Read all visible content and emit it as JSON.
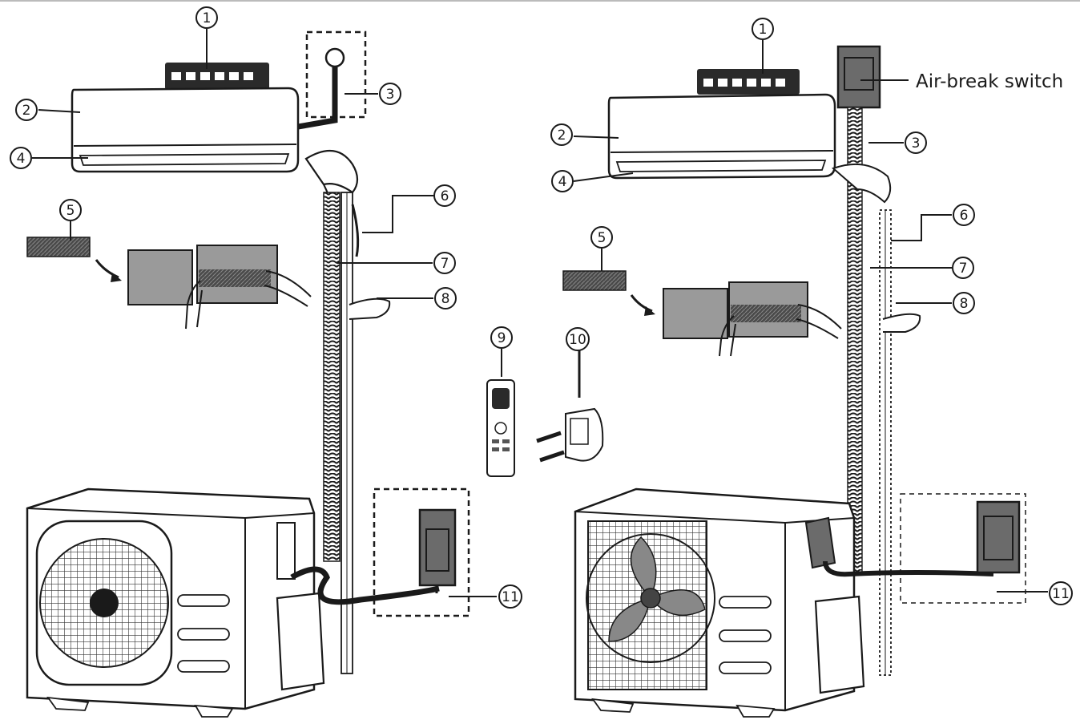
{
  "figure": {
    "left_config": {
      "callouts": [
        "1",
        "2",
        "3",
        "4",
        "5",
        "6",
        "7",
        "8",
        "11"
      ]
    },
    "accessories": {
      "callouts": [
        "9",
        "10"
      ]
    },
    "right_config": {
      "callouts": [
        "1",
        "2",
        "3",
        "4",
        "5",
        "6",
        "7",
        "8",
        "11"
      ],
      "switch_label": "Air-break switch"
    }
  },
  "colors": {
    "line": "#1a1a1a",
    "panel_gray": "#6b6b6b",
    "light_gray": "#bfbfbf",
    "dark_fill": "#3a3a3a"
  }
}
